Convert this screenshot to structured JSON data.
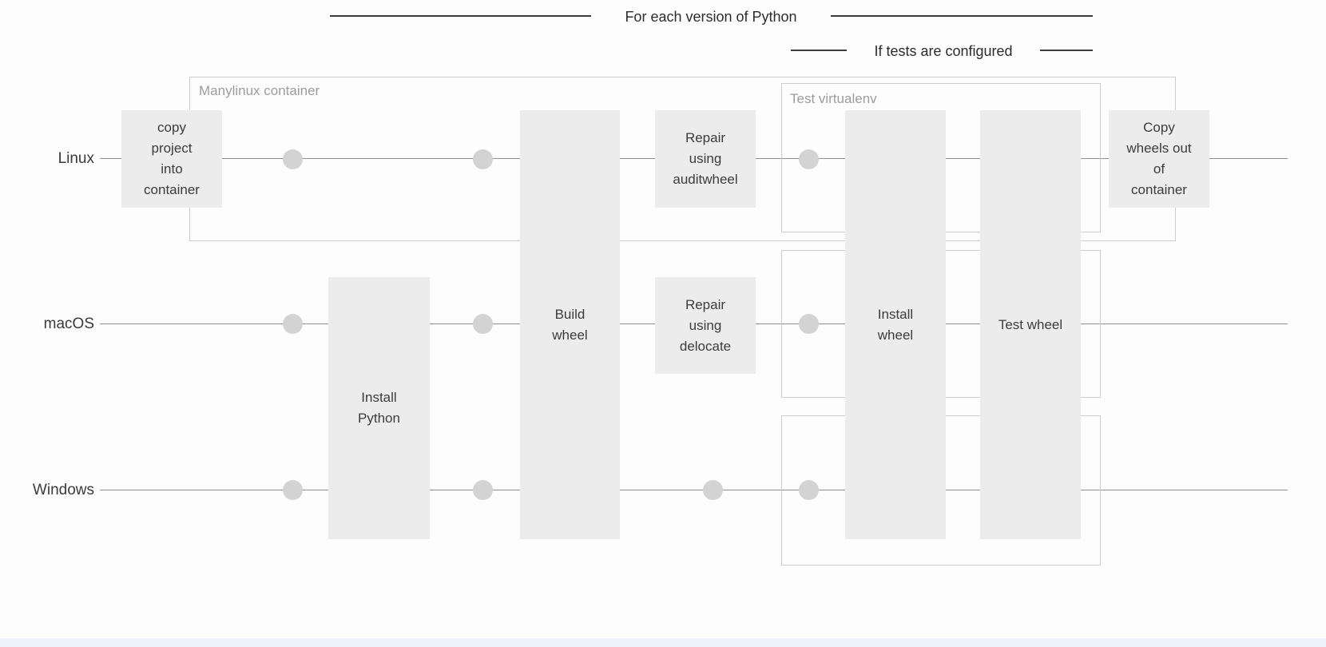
{
  "annotations": {
    "for_each_python": "For each version of Python",
    "if_tests_configured": "If tests are configured"
  },
  "lanes": [
    {
      "label": "Linux"
    },
    {
      "label": "macOS"
    },
    {
      "label": "Windows"
    }
  ],
  "containers": {
    "manylinux_label": "Manylinux container",
    "test_virtualenv_label": "Test virtualenv"
  },
  "steps": {
    "copy_project": "copy\nproject\ninto\ncontainer",
    "install_python": "Install\nPython",
    "build_wheel": "Build\nwheel",
    "repair_auditwheel": "Repair\nusing\nauditwheel",
    "repair_delocate": "Repair\nusing\ndelocate",
    "install_wheel": "Install\nwheel",
    "test_wheel": "Test wheel",
    "copy_wheels_out": "Copy\nwheels out\nof\ncontainer"
  },
  "colors": {
    "background": "#fdfdfd",
    "step_fill": "#ececec",
    "lane_line": "#8e8e8e",
    "annotation_line": "#3d3d3d",
    "dot_fill": "#d3d3d3",
    "frame_border": "#cdcdcd",
    "frame_label_text": "#9c9c9c",
    "step_text": "#3c3c3c"
  }
}
